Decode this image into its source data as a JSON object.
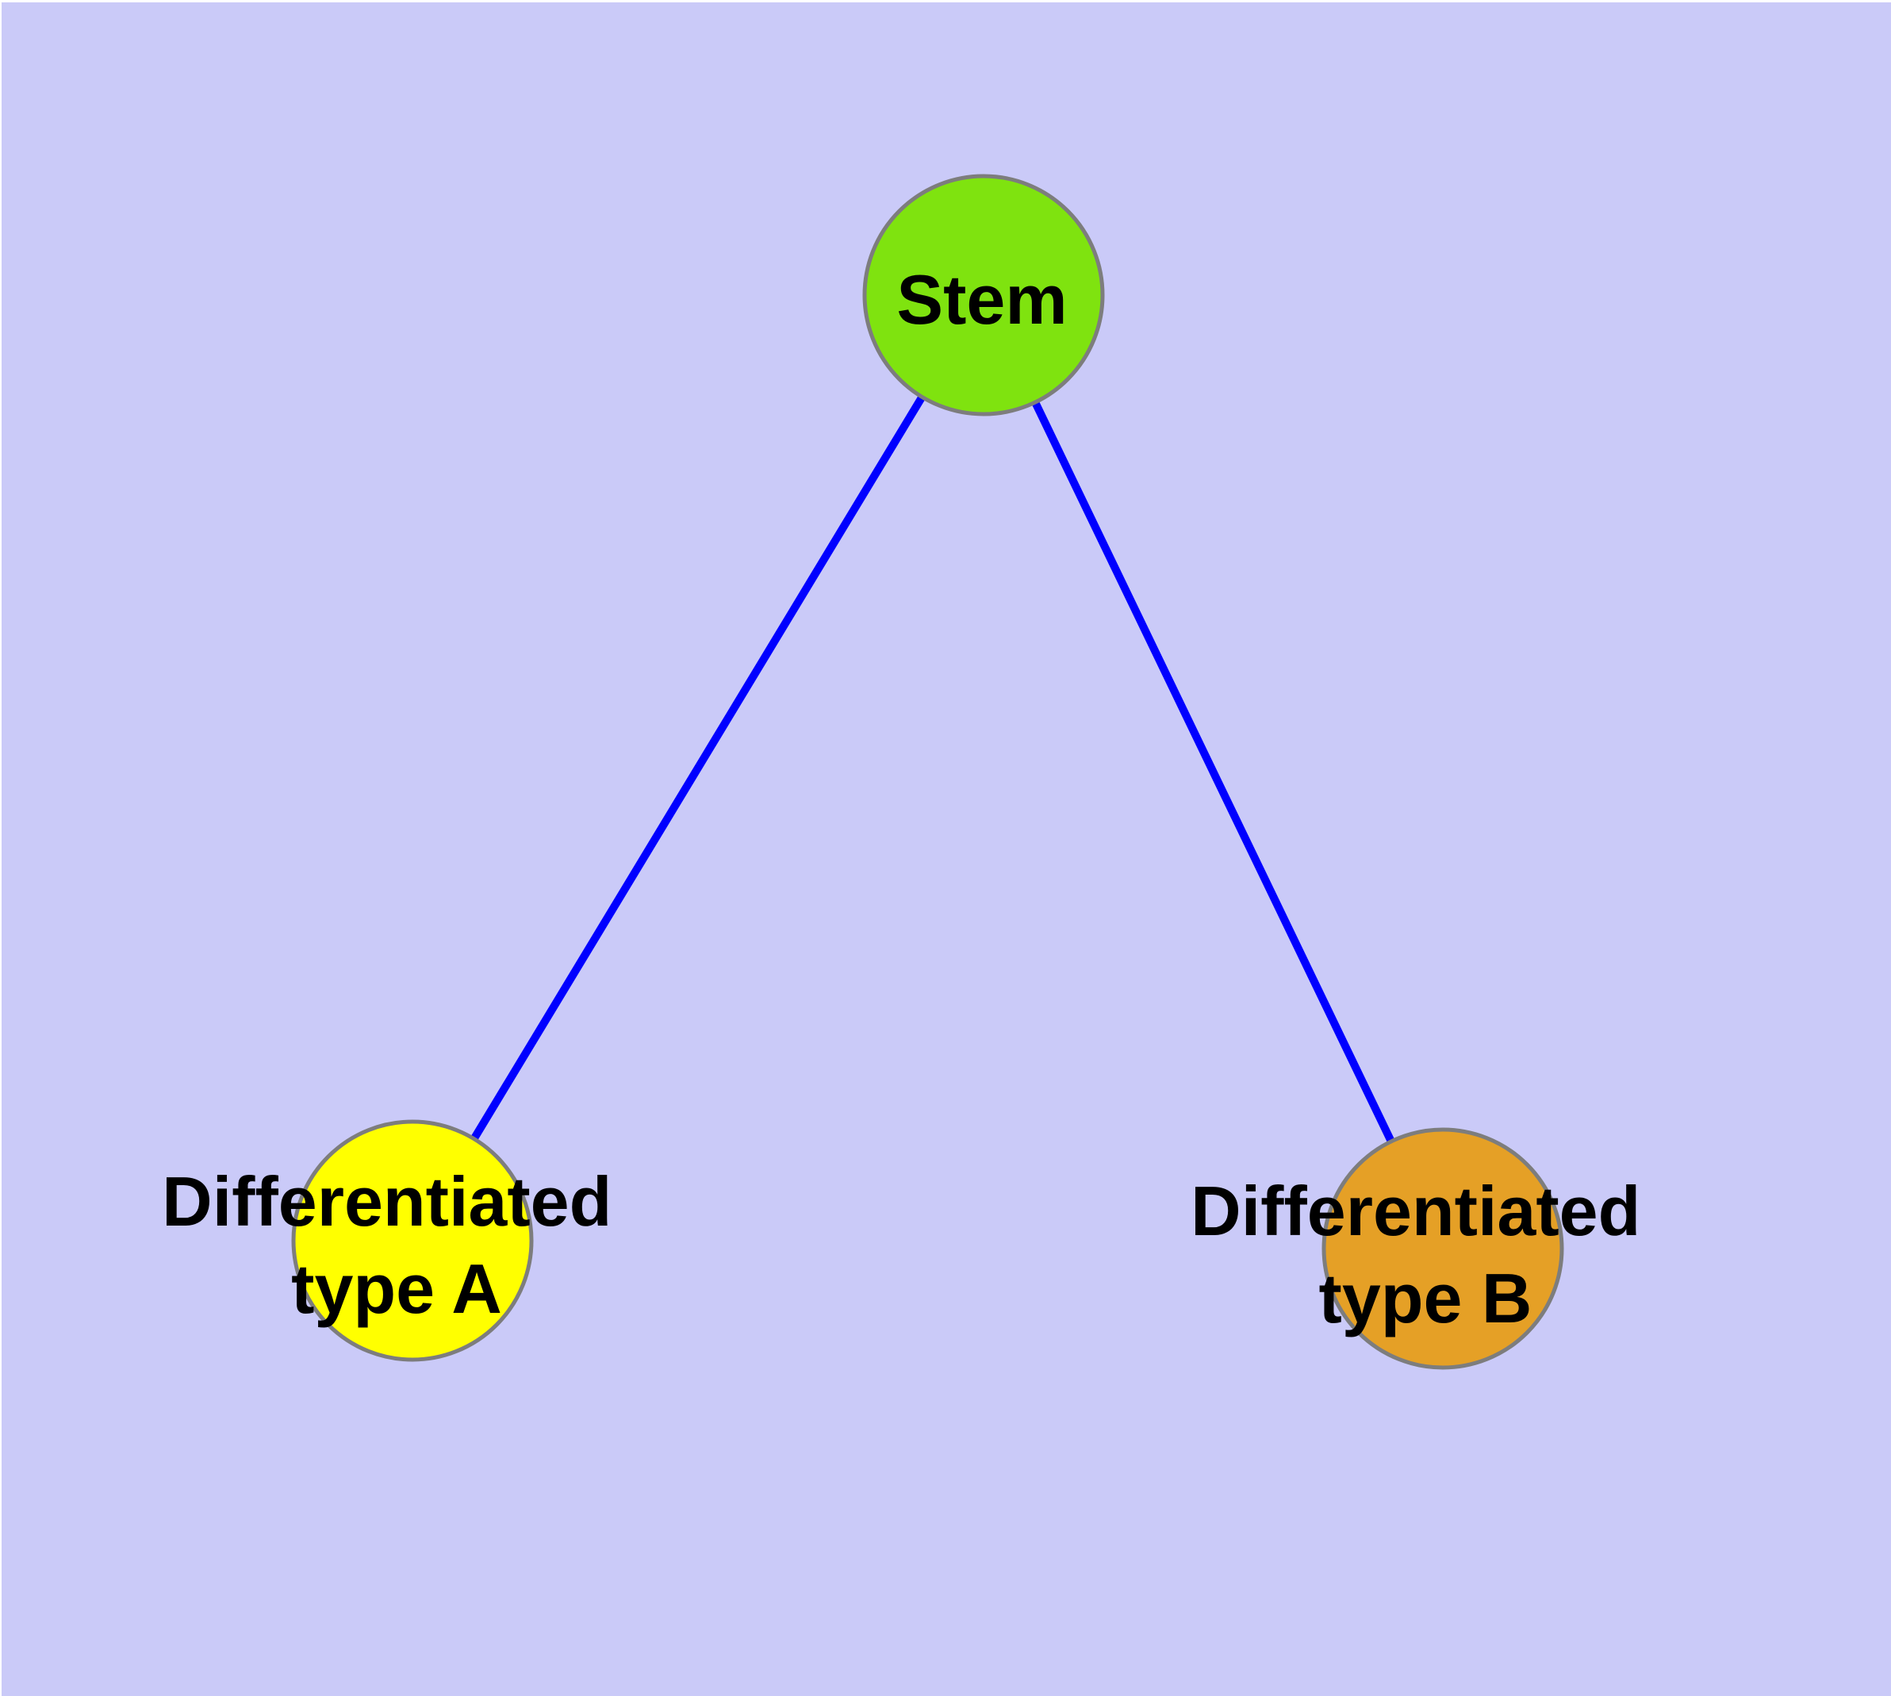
{
  "diagram": {
    "title": "stem-cell-differentiation-graph",
    "background_color": "#cacaf8",
    "edge_color": "#0000ff",
    "node_frame_color": "#7d7d7d",
    "label_color": "#000000",
    "nodes": {
      "stem": {
        "label": "Stem",
        "color": "#7fe30f"
      },
      "type_a": {
        "label_line1": "Differentiated",
        "label_line2": "type A",
        "label": "Differentiated type A",
        "color": "#ffff00"
      },
      "type_b": {
        "label_line1": "Differentiated",
        "label_line2": "type B",
        "label": "Differentiated type B",
        "color": "#e5a026"
      }
    },
    "edges": [
      {
        "from": "Stem",
        "to": "Differentiated type A"
      },
      {
        "from": "Stem",
        "to": "Differentiated type B"
      }
    ]
  }
}
